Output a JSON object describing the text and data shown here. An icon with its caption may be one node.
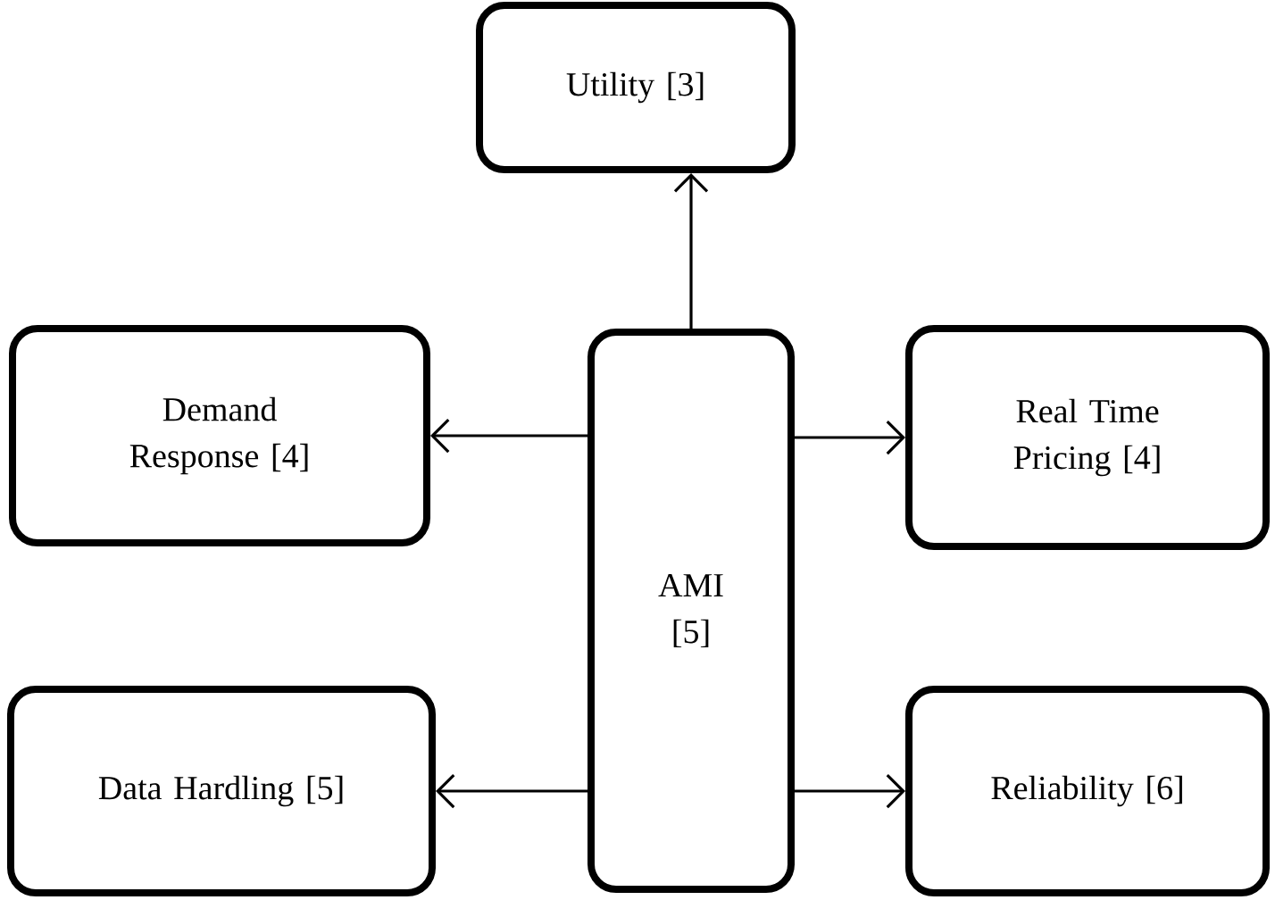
{
  "diagram": {
    "nodes": [
      {
        "text": [
          "Utility [3]"
        ]
      },
      {
        "text": [
          "Demand Response [4]"
        ]
      },
      {
        "text": [
          "AMI [5]"
        ]
      },
      {
        "text": [
          "Real Time Pricing [4]"
        ]
      },
      {
        "text": [
          "Data Hardling [5]"
        ]
      },
      {
        "text": [
          "Reliability [6]"
        ]
      }
    ],
    "edges": [
      {
        "from": 2,
        "to": 0,
        "arrow": "to"
      },
      {
        "from": 2,
        "to": 1,
        "arrow": "to"
      },
      {
        "from": 2,
        "to": 3,
        "arrow": "to"
      },
      {
        "from": 2,
        "to": 4,
        "arrow": "to"
      },
      {
        "from": 2,
        "to": 5,
        "arrow": "to"
      }
    ]
  }
}
